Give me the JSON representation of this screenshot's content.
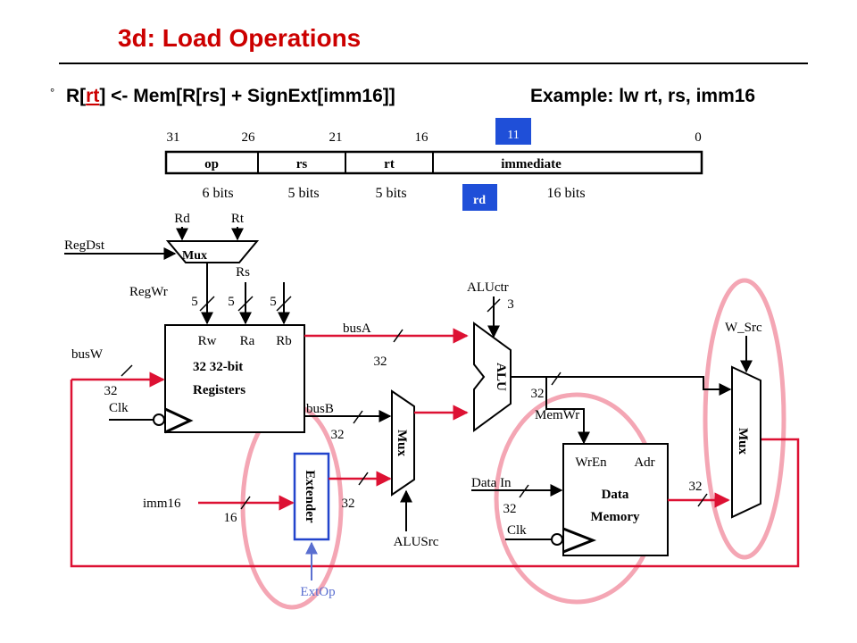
{
  "slide": {
    "title": "3d: Load Operations",
    "bullet_glyph": "°",
    "rtl_prefix": "R[",
    "rtl_rt": "rt",
    "rtl_rest": "] <- Mem[R[rs] + SignExt[imm16]]",
    "example": "Example: lw rt, rs, imm16"
  },
  "instruction_format": {
    "bit_numbers": [
      "31",
      "26",
      "21",
      "16",
      "0"
    ],
    "fields": [
      "op",
      "rs",
      "rt",
      "immediate"
    ],
    "widths": [
      "6 bits",
      "5 bits",
      "5 bits",
      "16 bits"
    ],
    "highlight_11": "11",
    "highlight_rd": "rd"
  },
  "datapath": {
    "rd": "Rd",
    "rt": "Rt",
    "regdst": "RegDst",
    "mux": "Mux",
    "rs": "Rs",
    "regwr": "RegWr",
    "five": "5",
    "rw": "Rw",
    "ra": "Ra",
    "rb": "Rb",
    "regfile_line1": "32 32-bit",
    "regfile_line2": "Registers",
    "busw": "busW",
    "busa": "busA",
    "busb": "busB",
    "thirty_two": "32",
    "clk": "Clk",
    "aluctr": "ALUctr",
    "three": "3",
    "alu": "ALU",
    "extender": "Extender",
    "imm16": "imm16",
    "sixteen": "16",
    "extop": "ExtOp",
    "alusrc": "ALUSrc",
    "memwr": "MemWr",
    "wren": "WrEn",
    "adr": "Adr",
    "datain": "Data In",
    "mem_line1": "Data",
    "mem_line2": "Memory",
    "w_src": "W_Src"
  },
  "colors": {
    "title": "#cc0000",
    "bus": "#dd1133",
    "ellipse": "#f4a6b4",
    "highlight_fill": "#1f4fd8",
    "extender_border": "#2244cc",
    "extop": "#5a6fd0"
  }
}
